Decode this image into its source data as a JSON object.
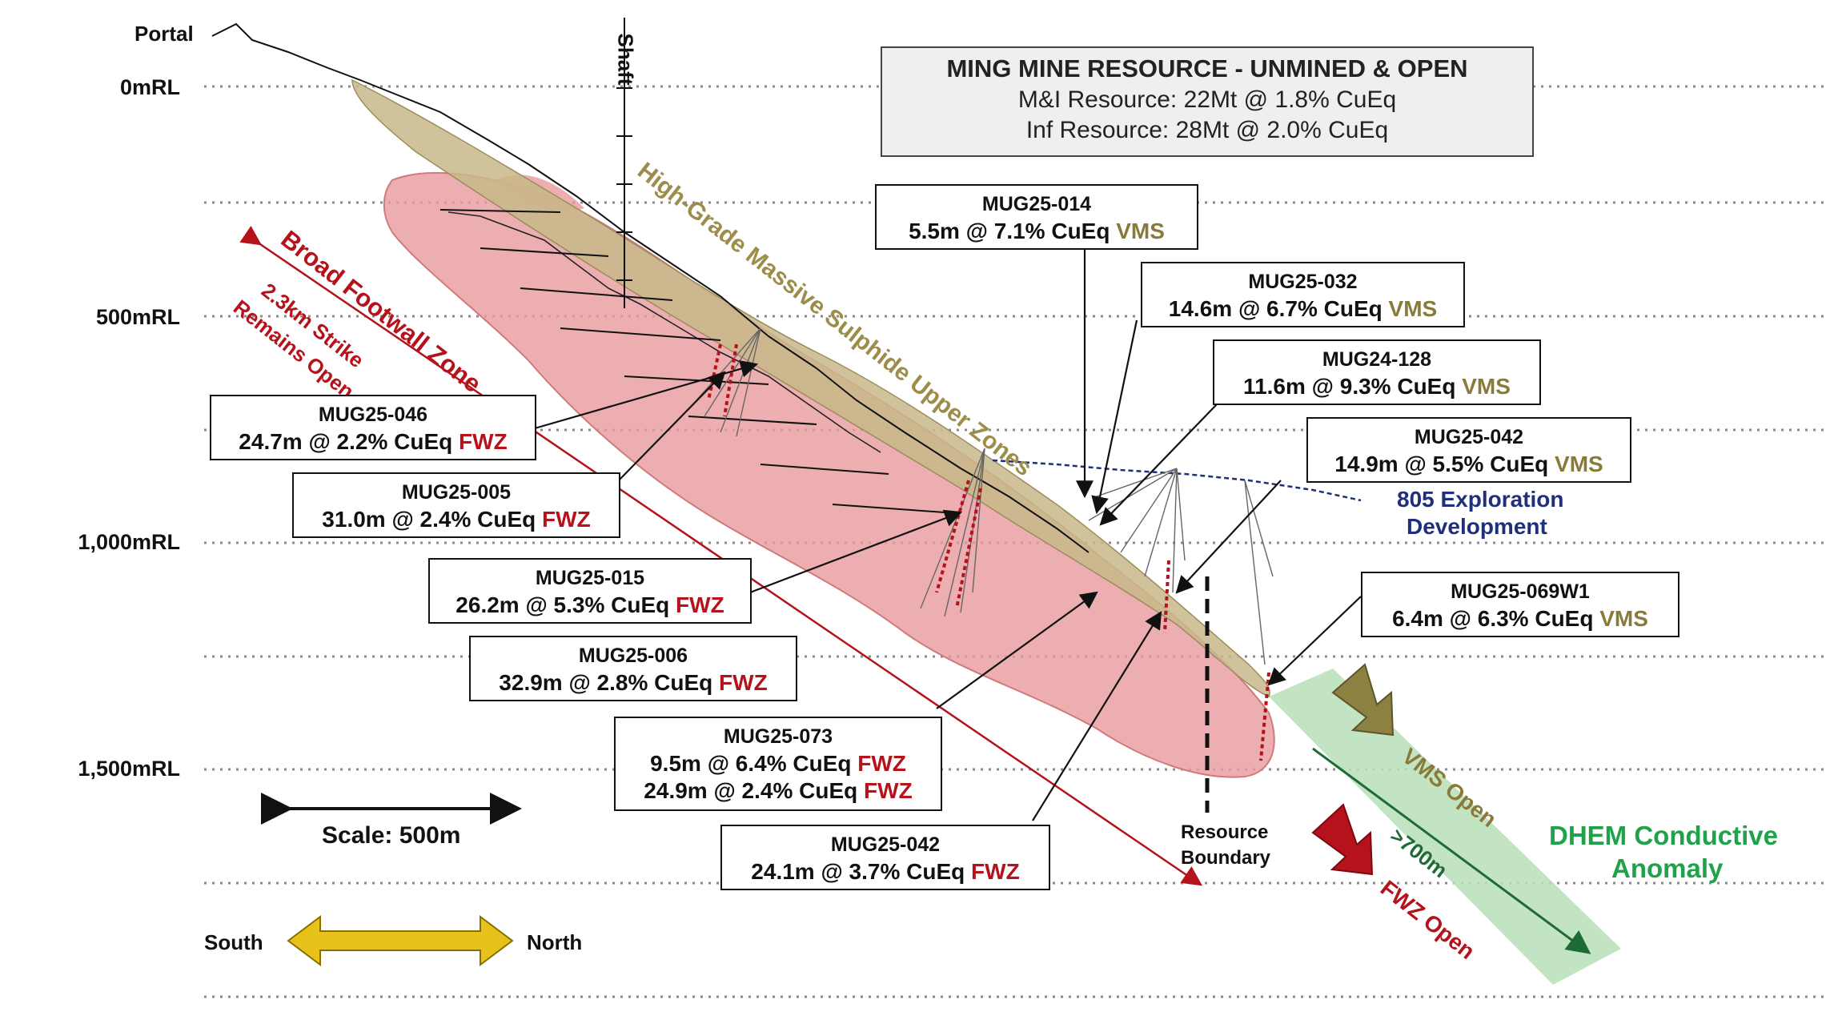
{
  "header": {
    "title": "MING MINE RESOURCE - UNMINED & OPEN",
    "mi_resource": "M&I Resource: 22Mt @ 1.8% CuEq",
    "inf_resource": "Inf Resource: 28Mt @ 2.0% CuEq"
  },
  "elevation_labels": [
    "0mRL",
    "500mRL",
    "1,000mRL",
    "1,500mRL"
  ],
  "map_labels": {
    "portal": "Portal",
    "shaft": "Shaft",
    "hg_zone": "High-Grade Massive Sulphide Upper Zones",
    "broad_fwz": "Broad Footwall Zone",
    "strike_line1": "2.3km Strike",
    "strike_line2": "Remains Open",
    "exploration_line1": "805 Exploration",
    "exploration_line2": "Development",
    "resource_line1": "Resource",
    "resource_line2": "Boundary",
    "vms_open": "VMS Open",
    "fwz_open": "FWZ Open",
    "distance": ">700m",
    "dhem_line1": "DHEM Conductive",
    "dhem_line2": "Anomaly",
    "scale": "Scale: 500m",
    "south": "South",
    "north": "North"
  },
  "intercepts": [
    {
      "hole": "MUG25-014",
      "lines": [
        {
          "text": "5.5m @ 7.1% CuEq",
          "tag": "VMS"
        }
      ]
    },
    {
      "hole": "MUG25-032",
      "lines": [
        {
          "text": "14.6m @ 6.7% CuEq",
          "tag": "VMS"
        }
      ]
    },
    {
      "hole": "MUG24-128",
      "lines": [
        {
          "text": "11.6m @ 9.3% CuEq",
          "tag": "VMS"
        }
      ]
    },
    {
      "hole": "MUG25-042",
      "lines": [
        {
          "text": "14.9m @ 5.5% CuEq",
          "tag": "VMS"
        }
      ]
    },
    {
      "hole": "MUG25-069W1",
      "lines": [
        {
          "text": "6.4m @ 6.3% CuEq",
          "tag": "VMS"
        }
      ]
    },
    {
      "hole": "MUG25-046",
      "lines": [
        {
          "text": "24.7m @ 2.2% CuEq",
          "tag": "FWZ"
        }
      ]
    },
    {
      "hole": "MUG25-005",
      "lines": [
        {
          "text": "31.0m @ 2.4% CuEq",
          "tag": "FWZ"
        }
      ]
    },
    {
      "hole": "MUG25-015",
      "lines": [
        {
          "text": "26.2m @ 5.3% CuEq",
          "tag": "FWZ"
        }
      ]
    },
    {
      "hole": "MUG25-006",
      "lines": [
        {
          "text": "32.9m @ 2.8% CuEq",
          "tag": "FWZ"
        }
      ]
    },
    {
      "hole": "MUG25-073",
      "lines": [
        {
          "text": "9.5m @ 6.4% CuEq",
          "tag": "FWZ"
        },
        {
          "text": "24.9m @ 2.4% CuEq",
          "tag": "FWZ"
        }
      ]
    },
    {
      "hole": "MUG25-042",
      "lines": [
        {
          "text": "24.1m @ 3.7% CuEq",
          "tag": "FWZ"
        }
      ]
    }
  ],
  "colors": {
    "fwz_red": "#b5121b",
    "vms_olive": "#8a7a3a",
    "dhem_green": "#1fa34a",
    "exploration_blue": "#1f2f7a",
    "footwall_zone_fill": "#e79a9c",
    "massive_sulphide_fill": "#c8b98a",
    "anomaly_fill": "#b9dfb9",
    "scale_arrow_yellow": "#e6c21a"
  }
}
